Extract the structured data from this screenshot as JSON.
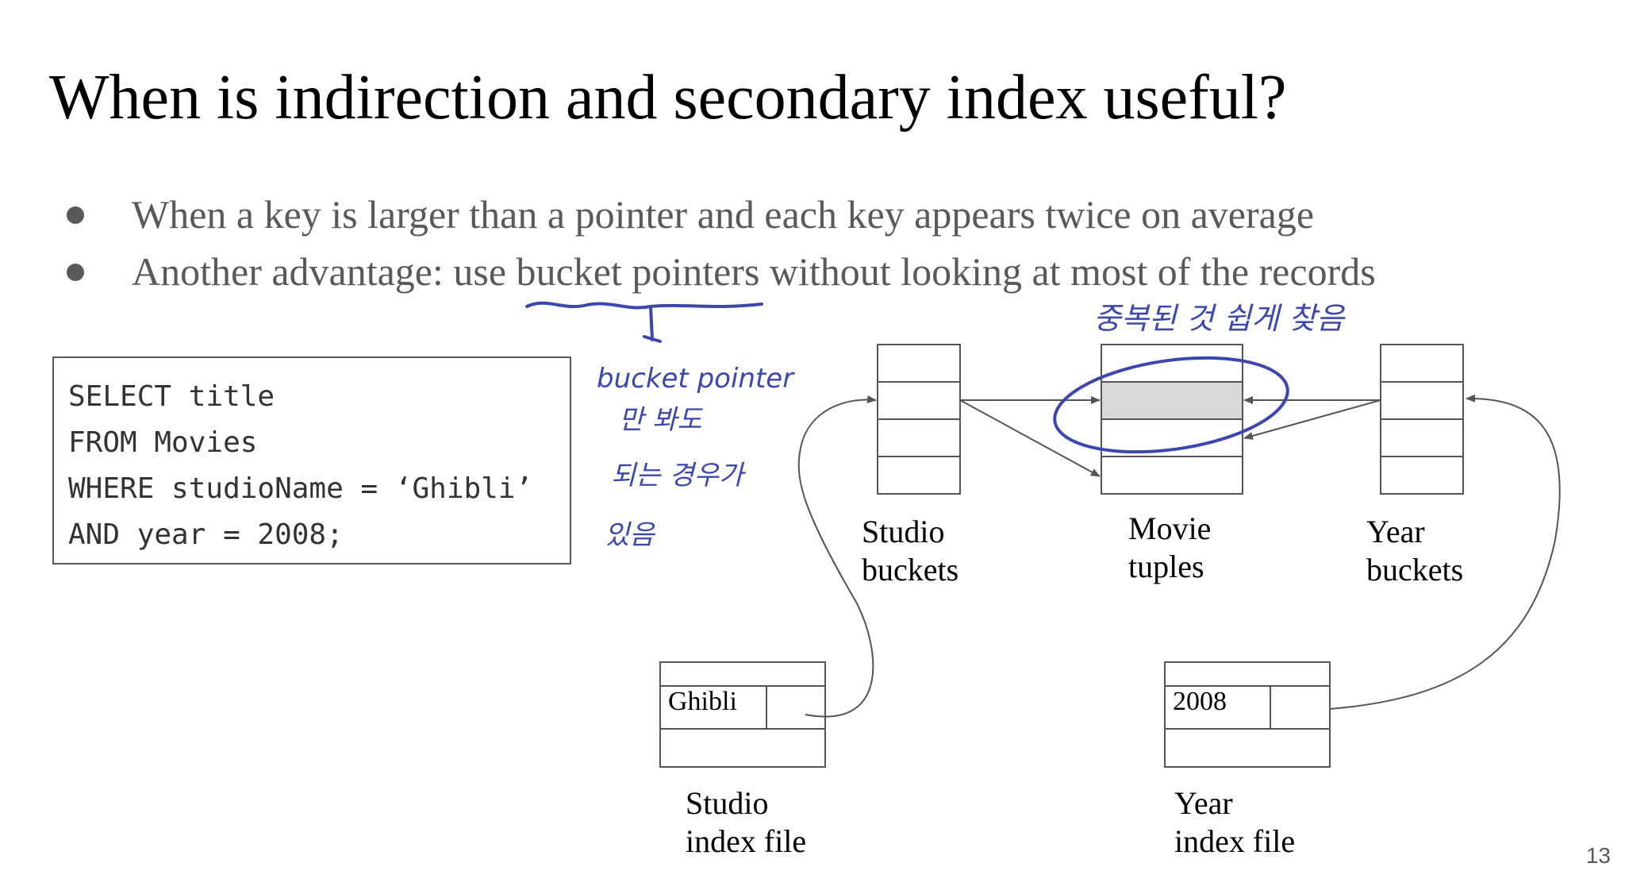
{
  "slide": {
    "title": "When is indirection and secondary index useful?",
    "bullets": [
      "When a key is larger than a pointer and each key appears twice on average",
      "Another advantage: use bucket pointers without looking at most of the records"
    ],
    "page_number": "13"
  },
  "query": {
    "lines": [
      "SELECT title",
      "FROM Movies",
      "WHERE studioName = ‘Ghibli’",
      "AND year = 2008;"
    ]
  },
  "diagram": {
    "studio_buckets_label": [
      "Studio",
      "buckets"
    ],
    "movie_tuples_label": [
      "Movie",
      "tuples"
    ],
    "year_buckets_label": [
      "Year",
      "buckets"
    ],
    "studio_index_label": [
      "Studio",
      "index file"
    ],
    "year_index_label": [
      "Year",
      "index file"
    ],
    "studio_index_key": "Ghibli",
    "year_index_key": "2008"
  },
  "annotations": {
    "note_bucket": [
      "bucket pointer",
      "만 봐도",
      "되는 경우가",
      "있음"
    ],
    "note_duplicate": "중복된 것 쉽게 찾음"
  },
  "colors": {
    "ink": "#3b47b0",
    "text_gray": "#595959",
    "highlight_fill": "#d9d9d9"
  }
}
